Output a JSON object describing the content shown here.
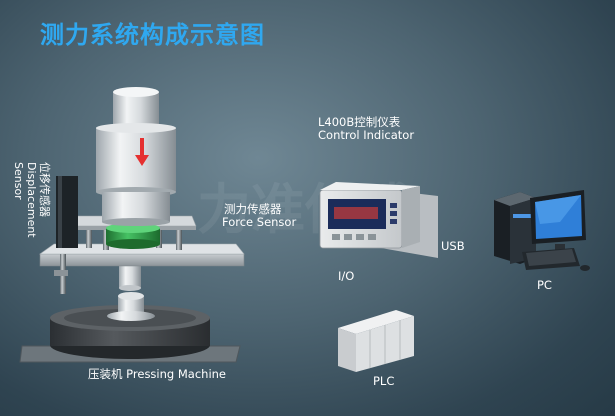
{
  "title": "测力系统构成示意图",
  "watermark": "力准传感",
  "controller": {
    "name_cn": "L400B控制仪表",
    "name_en": "Control Indicator"
  },
  "force_sensor": {
    "name_cn": "测力传感器",
    "name_en": "Force Sensor"
  },
  "displacement_sensor": {
    "name_cn": "位移传感器",
    "name_en1": "Displacement",
    "name_en2": "Sensor"
  },
  "labels": {
    "usb": "USB",
    "io": "I/O",
    "pc": "PC",
    "plc": "PLC",
    "press": "压装机 Pressing Machine"
  },
  "colors": {
    "title": "#2fa8f0",
    "arrow": "#e53030",
    "sensor_green": "#2e9d47",
    "display_blue": "#1b2c5a"
  }
}
